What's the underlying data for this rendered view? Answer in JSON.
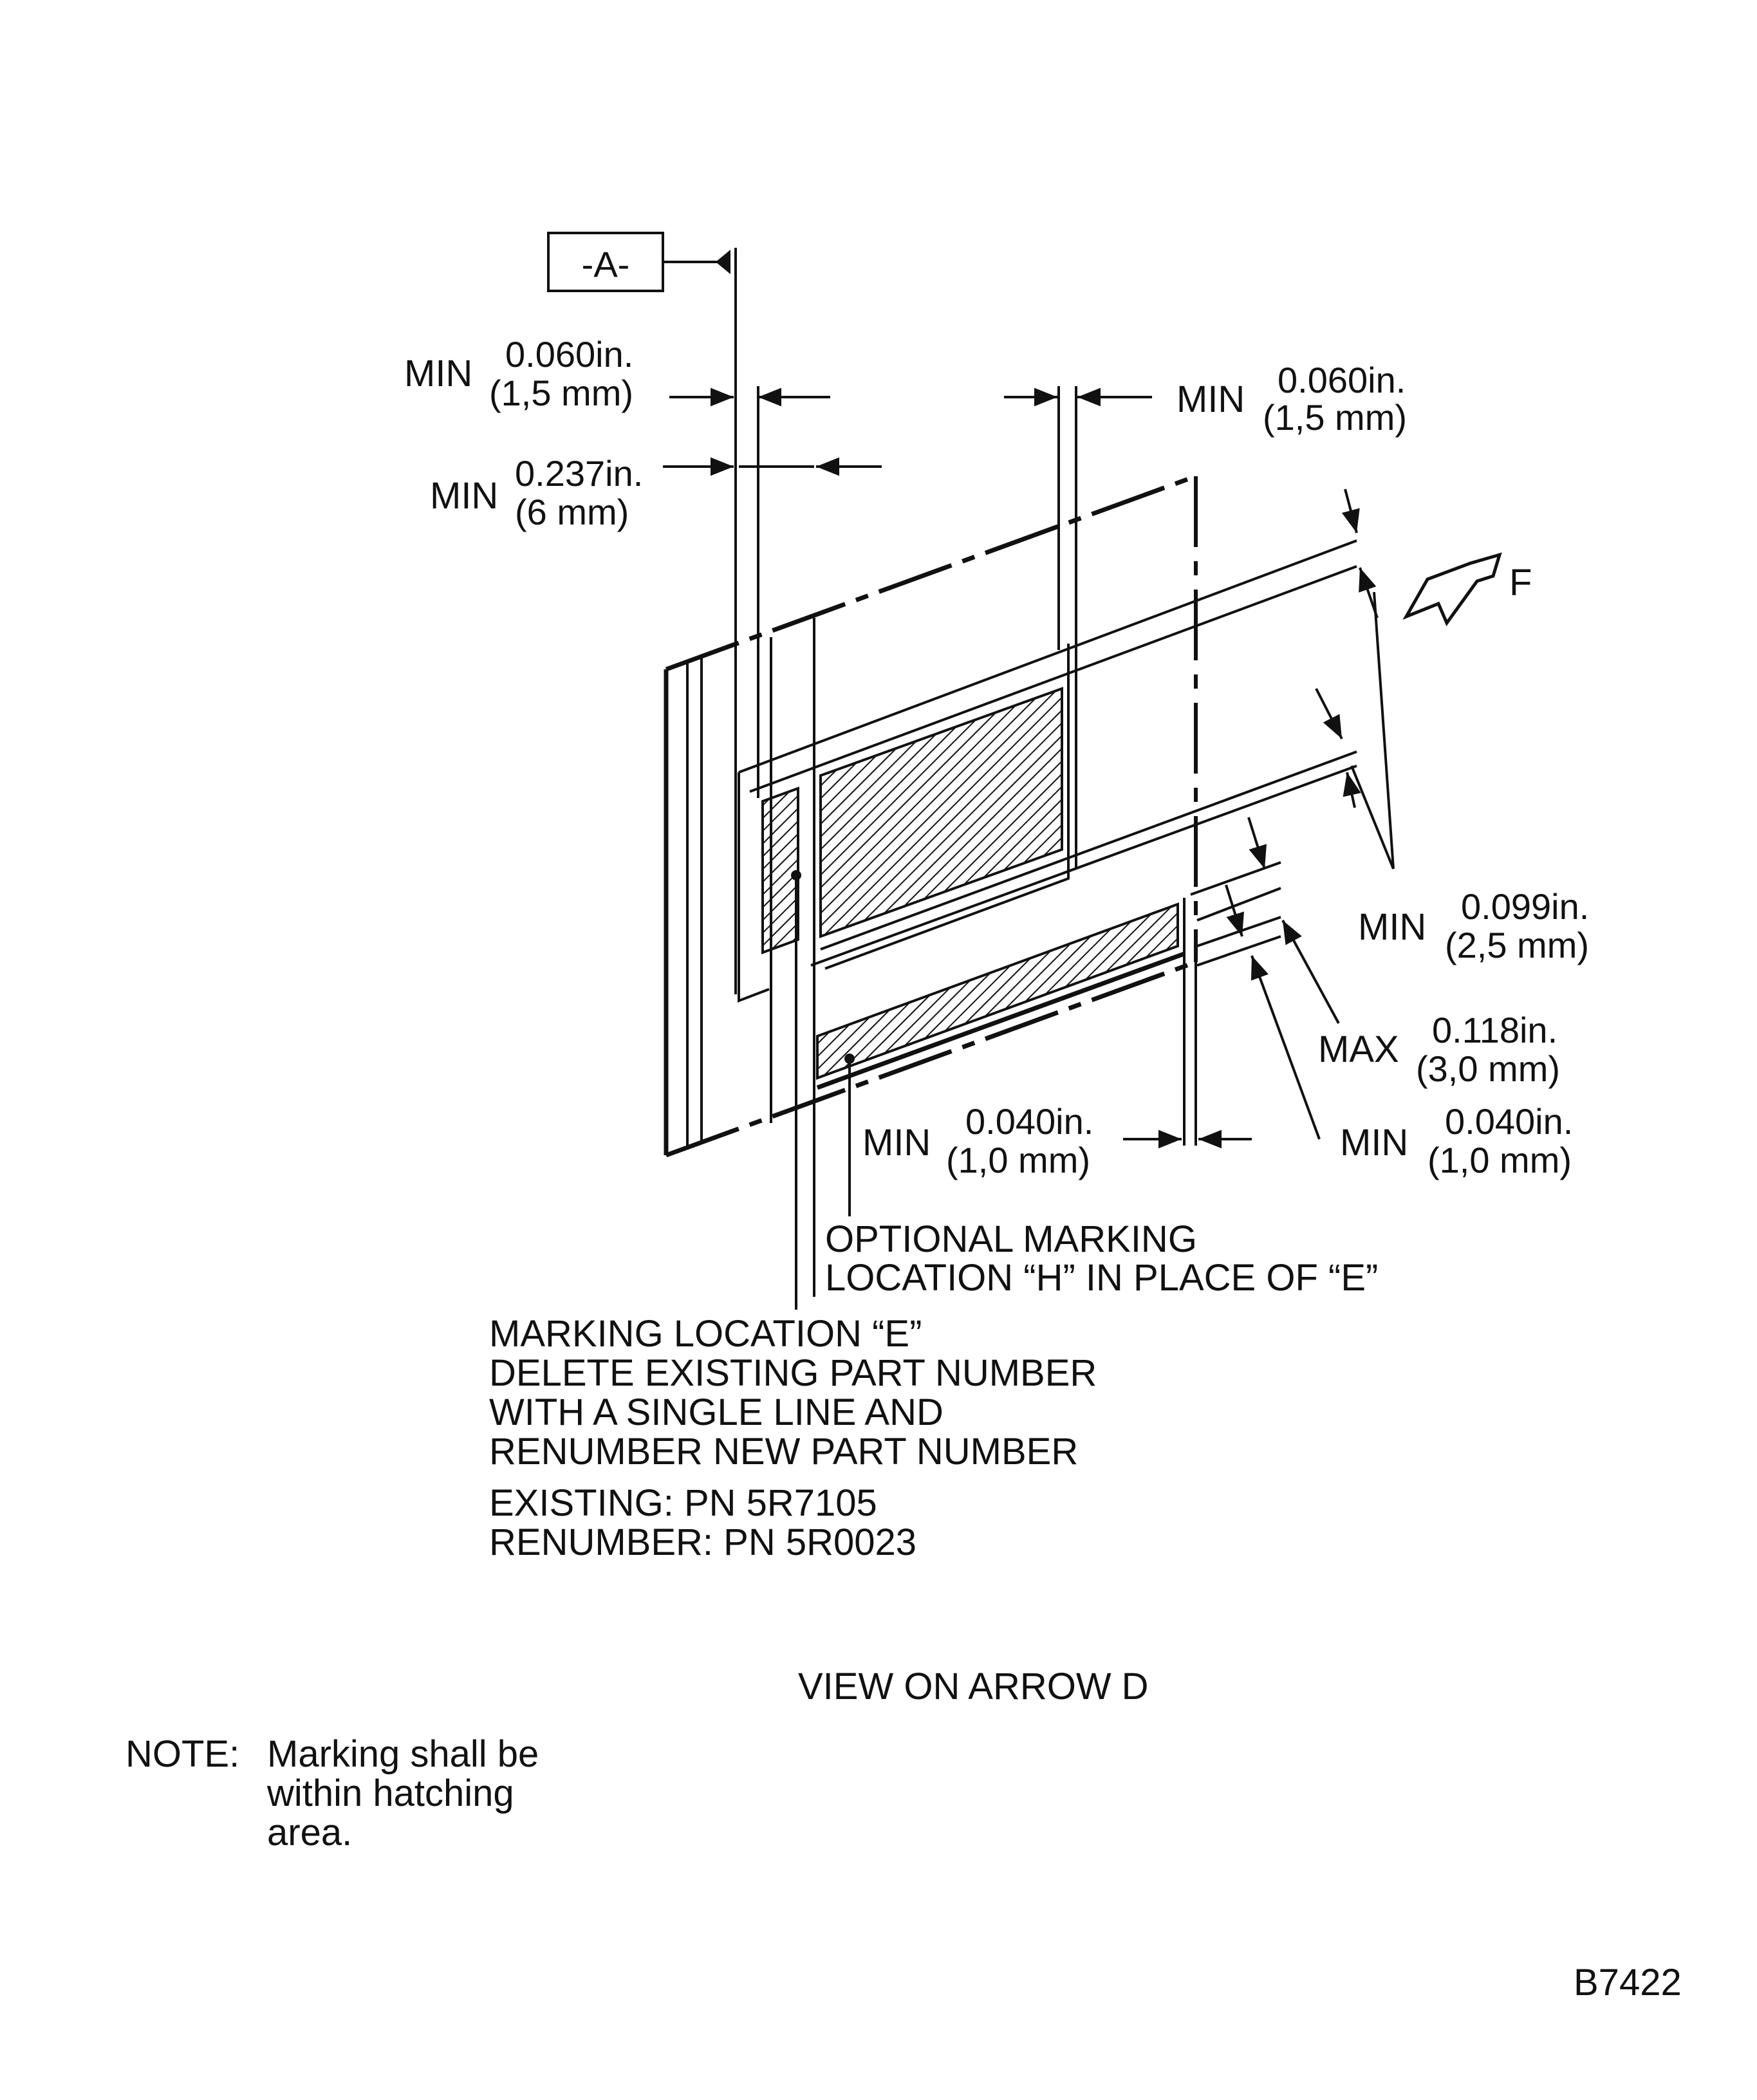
{
  "datum": {
    "label": "-A-"
  },
  "dims": {
    "d1": {
      "kind": "MIN",
      "inch": "0.060in.",
      "mm": "(1,5  mm)"
    },
    "d2": {
      "kind": "MIN",
      "inch": "0.237in.",
      "mm": "(6  mm)"
    },
    "d3": {
      "kind": "MIN",
      "inch": "0.060in.",
      "mm": "(1,5  mm)"
    },
    "d4": {
      "kind": "MIN",
      "inch": "0.099in.",
      "mm": "(2,5  mm)"
    },
    "d5": {
      "kind": "MAX",
      "inch": "0.118in.",
      "mm": "(3,0  mm)"
    },
    "d6": {
      "kind": "MIN",
      "inch": "0.040in.",
      "mm": "(1,0  mm)"
    },
    "d7": {
      "kind": "MIN",
      "inch": "0.040in.",
      "mm": "(1,0  mm)"
    }
  },
  "arrow_f": {
    "label": "F"
  },
  "optional_marking": {
    "line1": "OPTIONAL  MARKING",
    "line2": "LOCATION  “H”  IN  PLACE  OF  “E”"
  },
  "marking_location": {
    "line1": "MARKING  LOCATION  “E”",
    "line2": "DELETE  EXISTING  PART  NUMBER",
    "line3": "WITH  A  SINGLE  LINE  AND",
    "line4": "RENUMBER  NEW  PART  NUMBER",
    "existing": "EXISTING:  PN  5R7105",
    "renumber": "RENUMBER:  PN  5R0023"
  },
  "view_title": "VIEW  ON  ARROW  D",
  "note": {
    "label": "NOTE:",
    "line1": "Marking  shall  be",
    "line2": "within  hatching",
    "line3": "area."
  },
  "drawing_number": "B7422"
}
